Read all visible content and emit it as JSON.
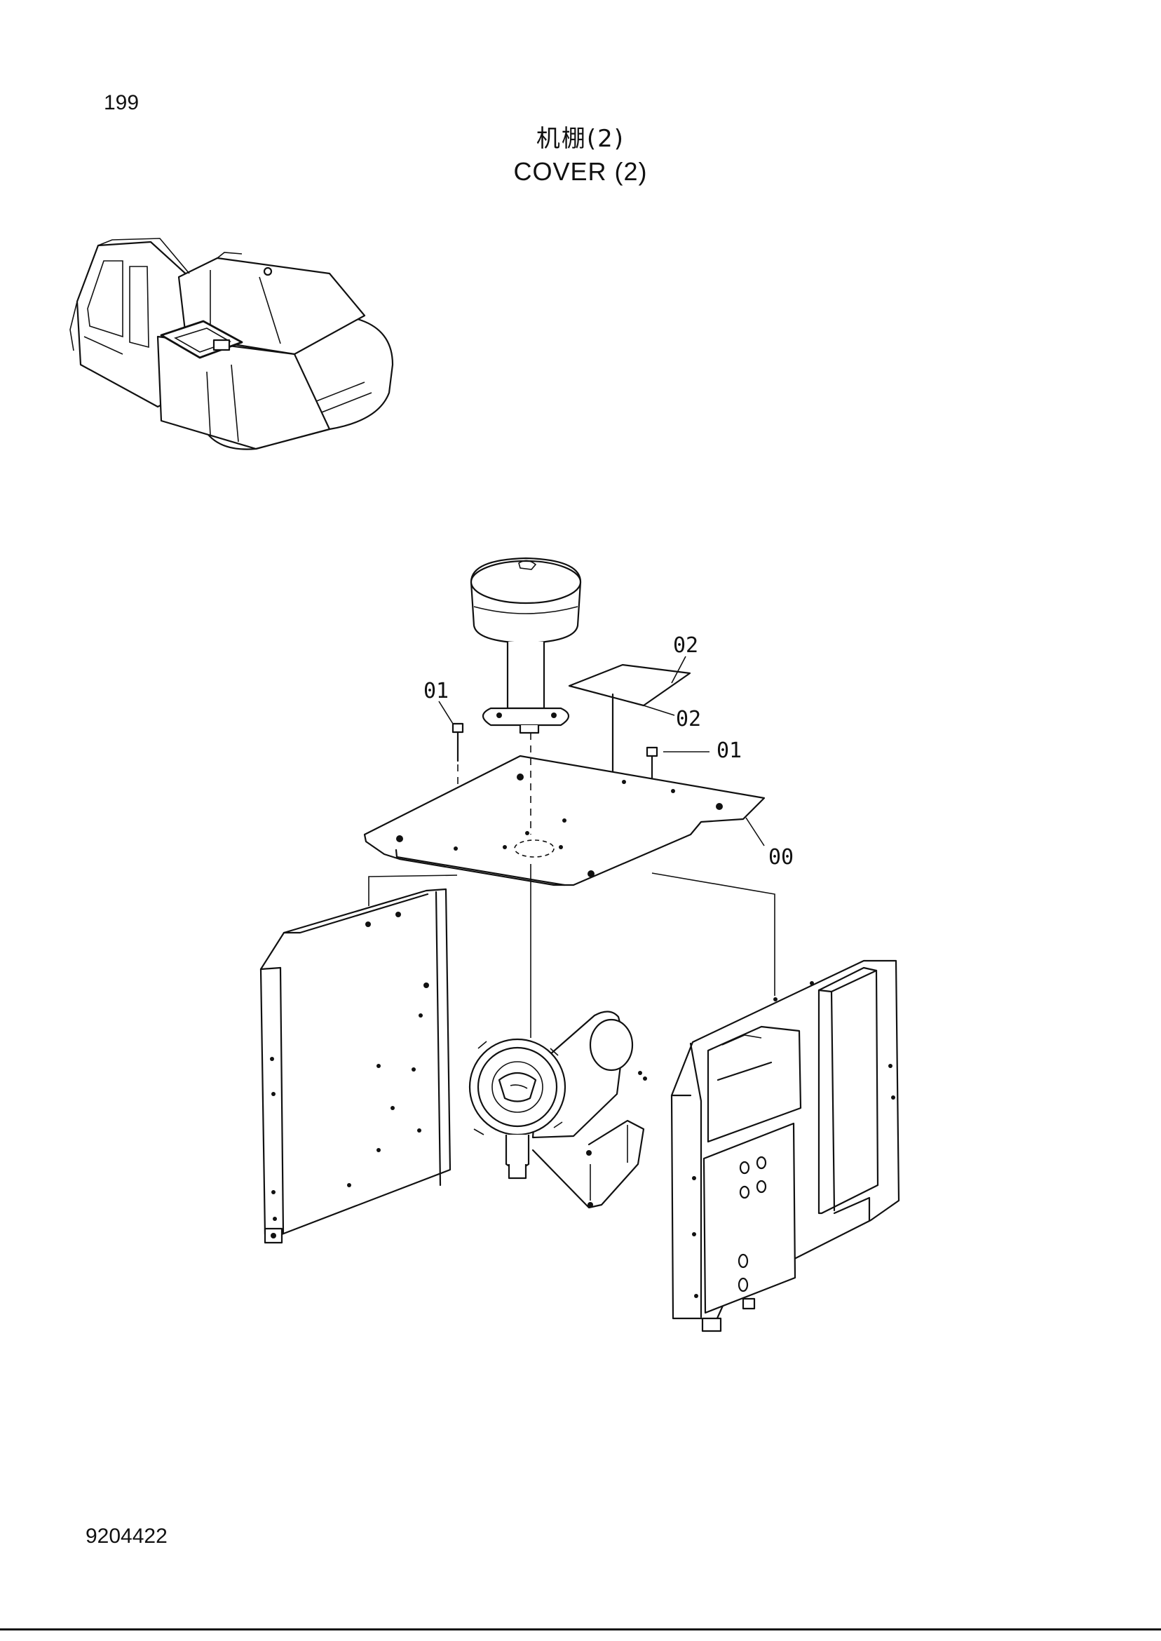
{
  "page_number": "199",
  "title": {
    "chinese": "机棚(2)",
    "english": "COVER (2)"
  },
  "document_number": "9204422",
  "callouts": [
    {
      "id": "callout-01-left",
      "label": "01"
    },
    {
      "id": "callout-02-top",
      "label": "02"
    },
    {
      "id": "callout-02-lower",
      "label": "02"
    },
    {
      "id": "callout-01-right",
      "label": "01"
    },
    {
      "id": "callout-00",
      "label": "00"
    }
  ]
}
